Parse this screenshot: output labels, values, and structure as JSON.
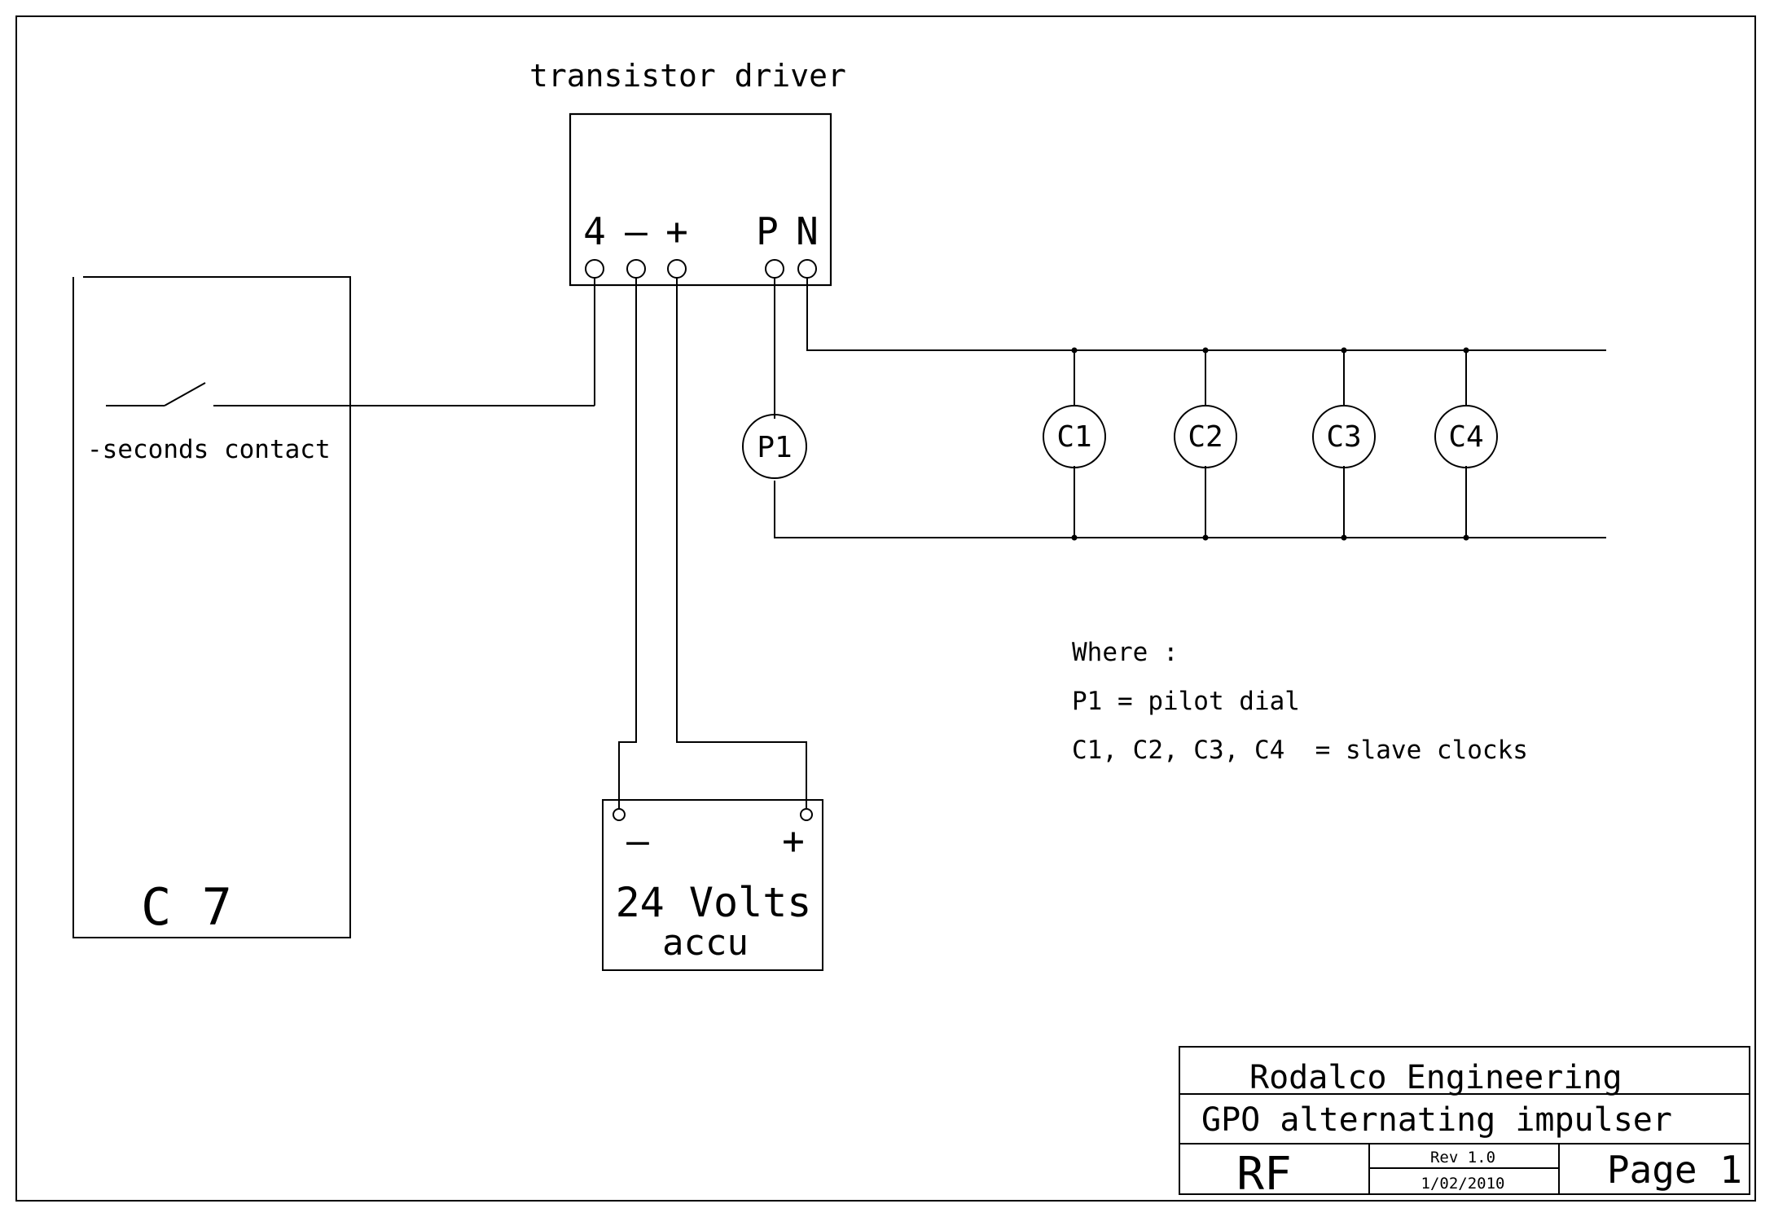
{
  "driver": {
    "title": "transistor driver",
    "terminals": [
      "4",
      "–",
      "+",
      "P",
      "N"
    ]
  },
  "controller": {
    "contact_label": "-seconds contact",
    "name": "C 7"
  },
  "pilot": {
    "label": "P1"
  },
  "slaves": [
    {
      "label": "C1"
    },
    {
      "label": "C2"
    },
    {
      "label": "C3"
    },
    {
      "label": "C4"
    }
  ],
  "battery": {
    "minus": "–",
    "plus": "+",
    "line1": "24 Volts",
    "line2": "accu"
  },
  "legend": {
    "heading": "Where :",
    "line1": "P1 = pilot dial",
    "line2": "C1, C2, C3, C4  = slave clocks"
  },
  "title_block": {
    "company": "Rodalco Engineering",
    "title": "GPO alternating impulser",
    "author": "RF",
    "revision": "Rev 1.0",
    "date": "1/02/2010",
    "page": "Page 1"
  }
}
